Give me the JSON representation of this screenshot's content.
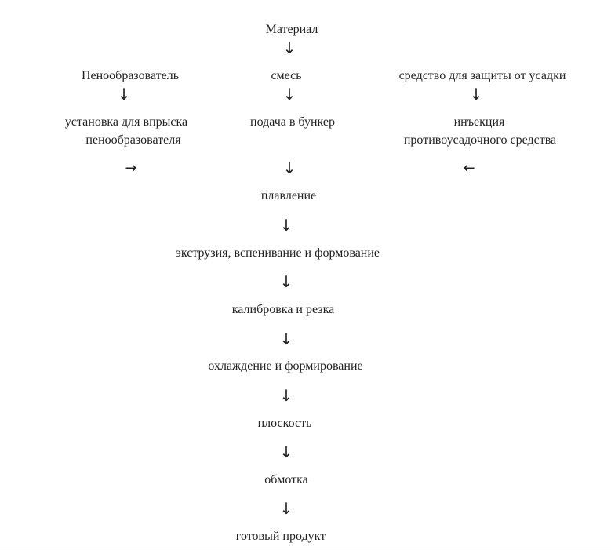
{
  "nodes": {
    "material": "Материал",
    "foaming_agent": "Пенообразователь",
    "mixture": "смесь",
    "anti_shrink_agent": "средство для защиты от усадки",
    "foam_injection_line1": "установка для впрыска",
    "foam_injection_line2": "пенообразователя",
    "hopper_feed": "подача в бункер",
    "anti_shrink_injection_line1": "инъекция",
    "anti_shrink_injection_line2": "противоусадочного средства",
    "melting": "плавление",
    "extrusion": "экструзия, вспенивание и формование",
    "calibration": "калибровка и резка",
    "cooling": "охлаждение и формирование",
    "flatness": "плоскость",
    "winding": "обмотка",
    "finished_product": "готовый продукт"
  },
  "arrows": {
    "down": "↓",
    "right": "→",
    "left": "←"
  }
}
